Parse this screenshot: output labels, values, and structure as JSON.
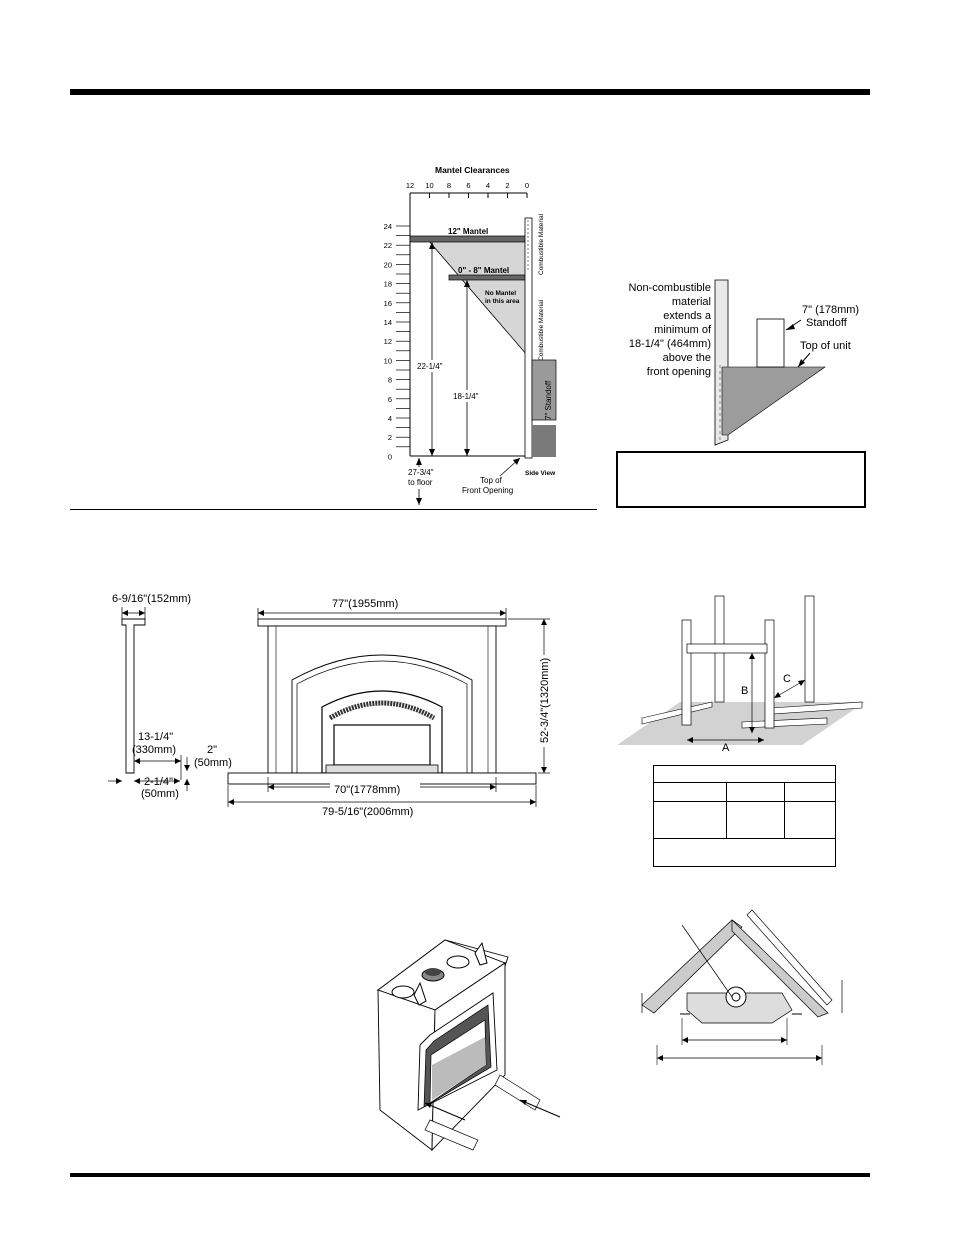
{
  "mantel": {
    "title": "Mantel Clearances",
    "top_ticks": [
      "12",
      "10",
      "8",
      "6",
      "4",
      "2",
      "0"
    ],
    "left_ticks": [
      "24",
      "22",
      "20",
      "18",
      "16",
      "14",
      "12",
      "10",
      "8",
      "6",
      "4",
      "2",
      "0"
    ],
    "mantel_12": "12\" Mantel",
    "mantel_0_8": "0\" - 8\" Mantel",
    "no_mantel_1": "No Mantel",
    "no_mantel_2": "in this area",
    "combustible": "Combustible Material",
    "non_combustible": "Non-Combustible Material",
    "standoff": "7\" Standoff",
    "dim_22": "22-1/4\"",
    "dim_18": "18-1/4\"",
    "floor_1": "27-3/4\"",
    "floor_2": "to floor",
    "top_front_1": "Top of",
    "top_front_2": "Front Opening",
    "side_view": "Side View"
  },
  "standoff_diag": {
    "nc_lines": [
      "Non-combustible",
      "material",
      "extends a",
      "minimum of",
      "18-1/4\" (464mm)",
      "above the",
      "front opening"
    ],
    "standoff_1": "7\" (178mm)",
    "standoff_2": "Standoff",
    "top_unit": "Top of unit"
  },
  "surround": {
    "side_top": "6-9/16\"(152mm)",
    "side_depth_1": "13-1/4\"",
    "side_depth_2": "(330mm)",
    "side_h_1": "2\"",
    "side_h_2": "(50mm)",
    "side_base_1": "2-1/4\"",
    "side_base_2": "(50mm)",
    "width_top": "77\"(1955mm)",
    "height": "52-3/4\"(1320mm)",
    "width_inner": "70\"(1778mm)",
    "width_base": "79-5/16\"(2006mm)"
  },
  "framing": {
    "labels": [
      "A",
      "B",
      "C"
    ]
  }
}
